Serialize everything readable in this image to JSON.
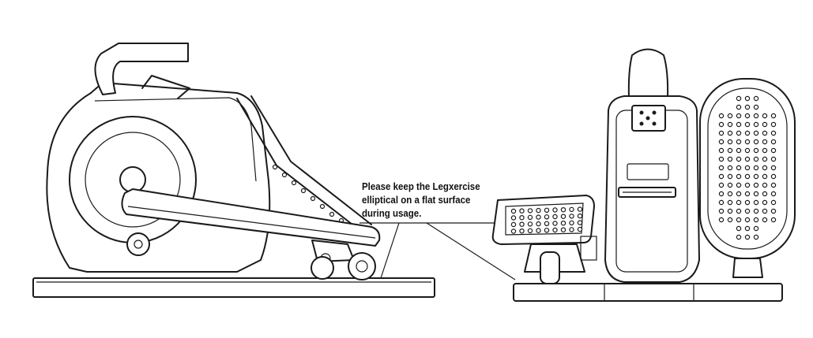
{
  "callout": {
    "lines": [
      "Please keep the Legxercise",
      "elliptical on a flat surface",
      "during usage."
    ]
  },
  "icons": {
    "left": "elliptical-side-view-icon",
    "right": "elliptical-front-view-icon"
  },
  "colors": {
    "line": "#1a1a1a",
    "background": "#ffffff"
  }
}
